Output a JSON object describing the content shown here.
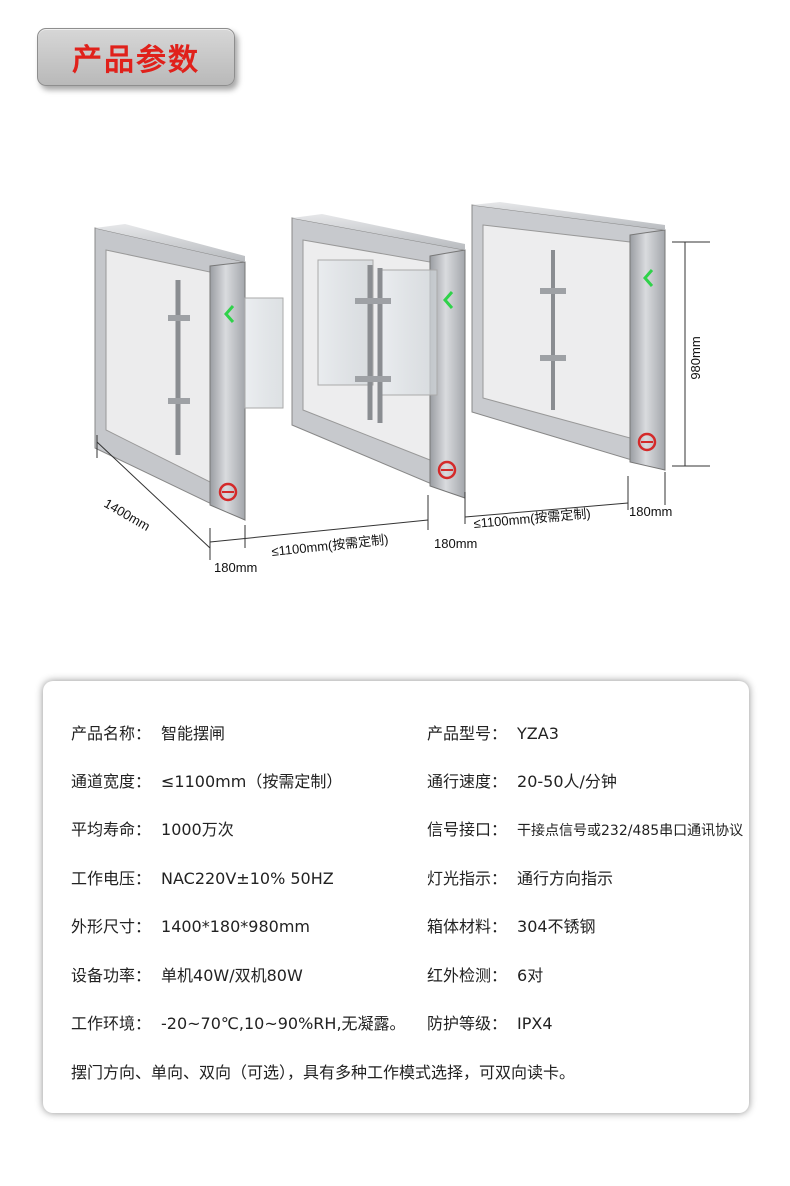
{
  "title": "产品参数",
  "dimensions": {
    "depth": "1400mm",
    "height": "980mm",
    "cabinet_width_left": "180mm",
    "cabinet_width_middle": "180mm",
    "cabinet_width_right": "180mm",
    "lane_width_1": "≤1100mm(按需定制)",
    "lane_width_2": "≤1100mm(按需定制)"
  },
  "specs": {
    "left": [
      {
        "label": "产品名称：",
        "value": "智能摆闸"
      },
      {
        "label": "通道宽度：",
        "value": "≤1100mm（按需定制）"
      },
      {
        "label": "平均寿命：",
        "value": "1000万次"
      },
      {
        "label": "工作电压：",
        "value": "NAC220V±10% 50HZ"
      },
      {
        "label": "外形尺寸：",
        "value": "1400*180*980mm"
      },
      {
        "label": "设备功率：",
        "value": "单机40W/双机80W"
      },
      {
        "label": "工作环境：",
        "value": "-20~70℃,10~90%RH,无凝露。"
      }
    ],
    "right": [
      {
        "label": "产品型号：",
        "value": "YZA3"
      },
      {
        "label": "通行速度：",
        "value": "20-50人/分钟"
      },
      {
        "label": "信号接口：",
        "value": "干接点信号或232/485串口通讯协议"
      },
      {
        "label": "灯光指示：",
        "value": "通行方向指示"
      },
      {
        "label": "箱体材料：",
        "value": "304不锈钢"
      },
      {
        "label": "红外检测：",
        "value": "6对"
      },
      {
        "label": "防护等级：",
        "value": "IPX4"
      }
    ],
    "note": "摆门方向、单向、双向（可选），具有多种工作模式选择，可双向读卡。"
  },
  "colors": {
    "title_red": "#e0211b",
    "arrow_green": "#2fd24a",
    "logo_red": "#d42a2a"
  }
}
